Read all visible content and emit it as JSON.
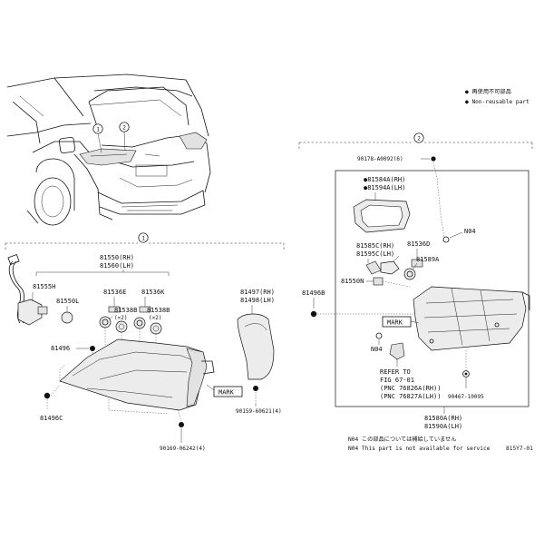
{
  "legend": {
    "line1": "● 再使用不可部品",
    "line2": "● Non-reusable part"
  },
  "callouts": {
    "one": "1",
    "two": "2"
  },
  "left_group": {
    "assy_rh": "81550(RH)",
    "assy_lh": "81560(LH)",
    "socket": "81555H",
    "bulb_l": "81550L",
    "p81536e": "81536E",
    "p81536k": "81536K",
    "p81538b_a": "81538B",
    "p81538b_b": "81538B",
    "qty_a": "(×2)",
    "qty_b": "(×2)",
    "clip": "81496",
    "clip_c": "81496C",
    "cover_rh": "81497(RH)",
    "cover_lh": "81498(LH)",
    "screw1": "90159-60621(4)",
    "screw2": "90169-06242(4)",
    "mark": "MARK"
  },
  "right_group": {
    "bolt": "90178-A0092(6)",
    "p81584": "●81584A(RH)",
    "p81594": "●81594A(LH)",
    "p81585": "81585C(RH)",
    "p81595": "81595C(LH)",
    "p81536d": "81536D",
    "p81589": "81589A",
    "p81550n": "81550N",
    "n04_a": "N04",
    "n04_b": "N04",
    "p81496b": "81496B",
    "mark": "MARK",
    "refer1": "REFER TO",
    "refer2": "FIG 67-01",
    "refer3": "(PNC 76826A(RH))",
    "refer4": "(PNC 76827A(LH))",
    "nut": "90467-10095",
    "assy_rh": "81580A(RH)",
    "assy_lh": "81590A(LH)"
  },
  "footnote": {
    "jp": "N04 この部品については補給していません",
    "en": "N04 This part is not available for service"
  },
  "figure_code": "815Y7-01"
}
